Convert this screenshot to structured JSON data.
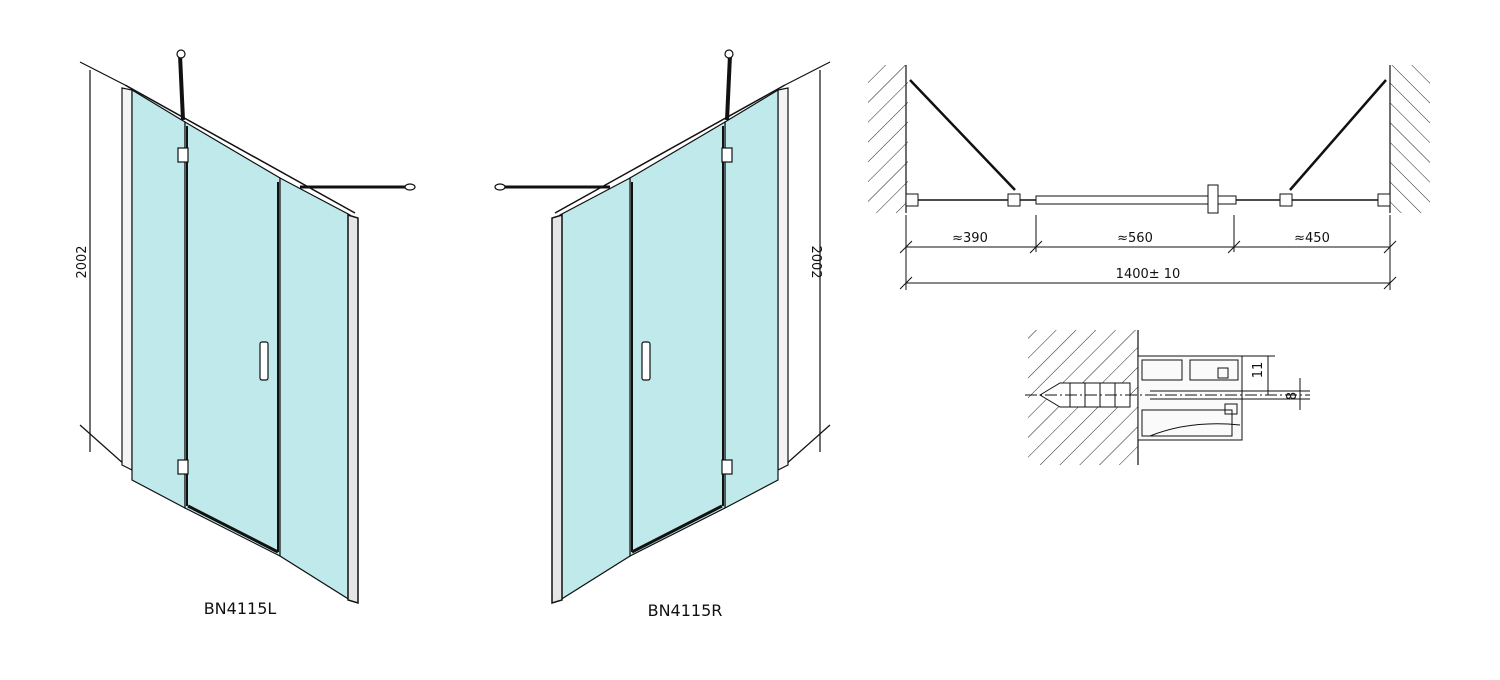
{
  "labels": {
    "left_model": "BN4115L",
    "right_model": "BN4115R"
  },
  "dimensions": {
    "height_left": "2002",
    "height_right": "2002",
    "seg_1": "≈390",
    "seg_2": "≈560",
    "seg_3": "≈450",
    "total_width": "1400± 10",
    "profile_top": "11",
    "profile_glass": "8"
  },
  "colors": {
    "glass": "#bfe9ea",
    "glass_light": "#d8f3f4",
    "line": "#111111"
  }
}
